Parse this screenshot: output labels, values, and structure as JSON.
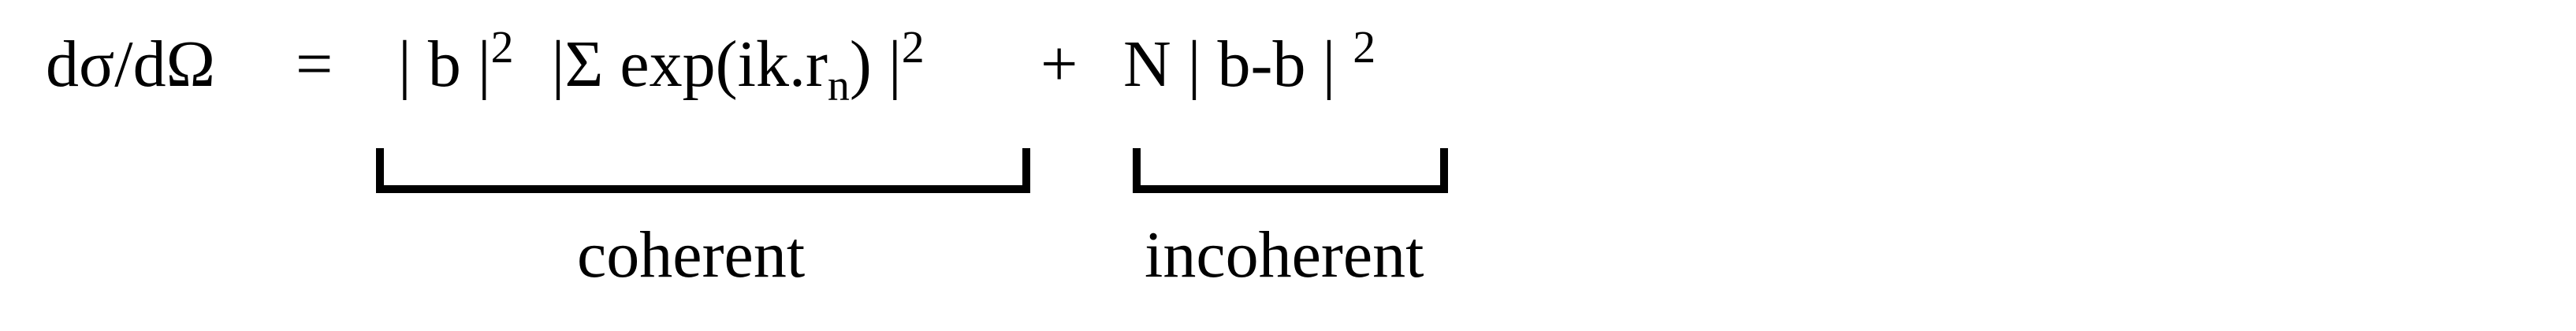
{
  "equation": {
    "lhs": "dσ/dΩ",
    "equals": "=",
    "coherent_bar_open": "| b |",
    "coherent_power_1": "2",
    "coherent_sum": "|Σ exp(ik.r",
    "coherent_subscript": "n",
    "coherent_close": ") |",
    "coherent_power_2": "2",
    "plus": "+",
    "incoherent_expr": "N | b-b |",
    "incoherent_power": "2"
  },
  "annotations": {
    "coherent_label": "coherent",
    "incoherent_label": "incoherent"
  },
  "colors": {
    "ink": "#000000",
    "background": "#ffffff"
  }
}
